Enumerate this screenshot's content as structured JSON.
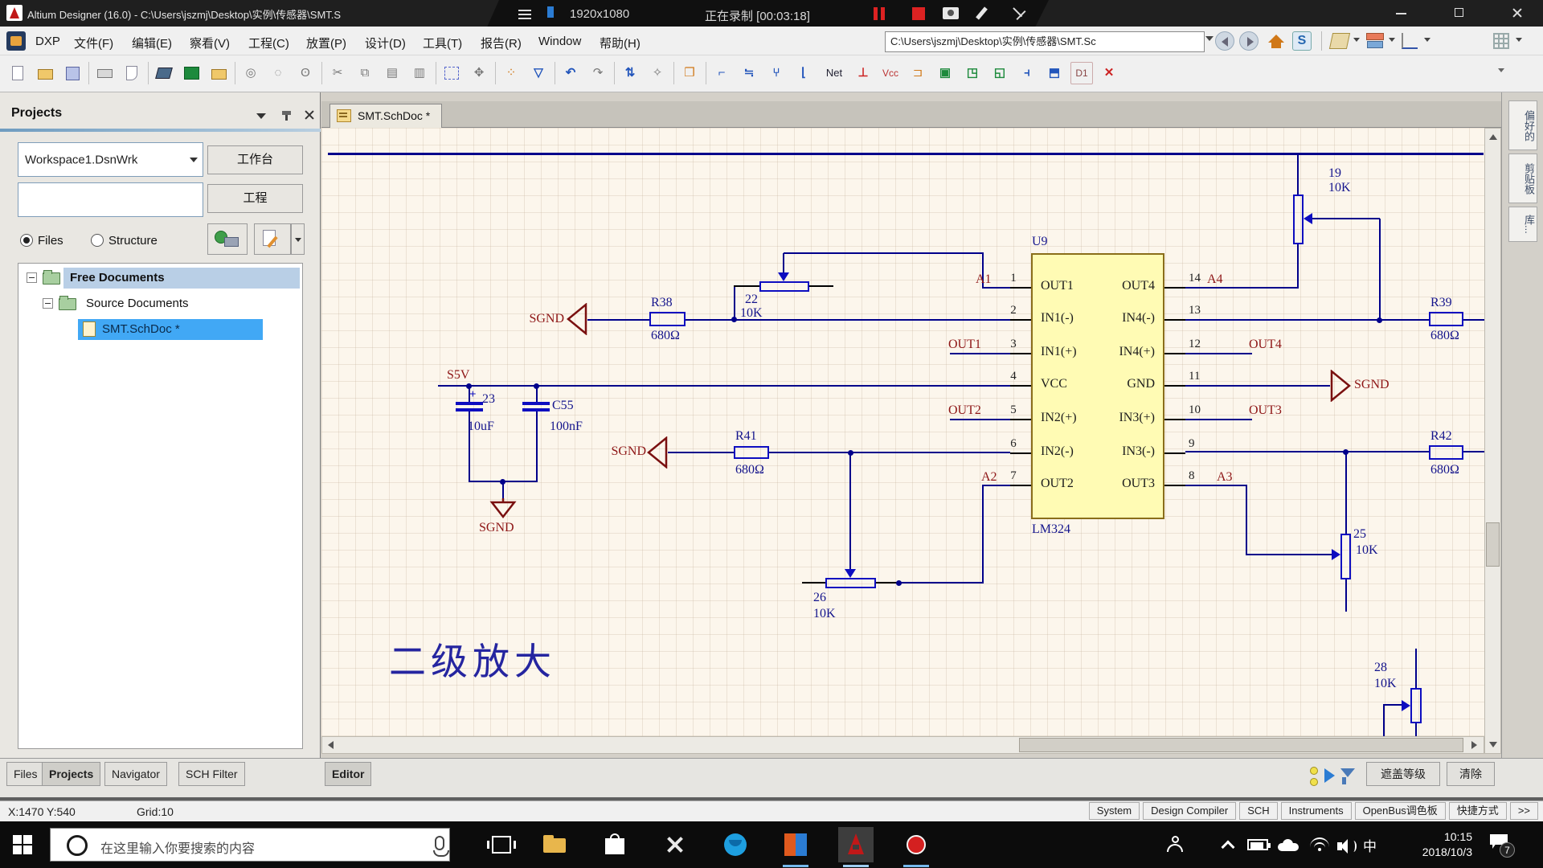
{
  "titlebar": {
    "title": "Altium Designer (16.0) - C:\\Users\\jszmj\\Desktop\\实例\\传感器\\SMT.S",
    "recorder_resolution": "1920x1080",
    "recorder_status": "正在录制 [00:03:18]"
  },
  "menubar": {
    "items": [
      "DXP",
      "文件(F)",
      "编辑(E)",
      "察看(V)",
      "工程(C)",
      "放置(P)",
      "设计(D)",
      "工具(T)",
      "报告(R)",
      "Window",
      "帮助(H)"
    ],
    "address": "C:\\Users\\jszmj\\Desktop\\实例\\传感器\\SMT.Sc"
  },
  "toolbar": {
    "net": "Net",
    "vcc": "Vcc",
    "d1": "D1"
  },
  "doc_tab": {
    "label": "SMT.SchDoc *"
  },
  "projects": {
    "title": "Projects",
    "workspace": "Workspace1.DsnWrk",
    "workbench": "工作台",
    "project": "工程",
    "files": "Files",
    "structure": "Structure",
    "tree": [
      {
        "label": "Free Documents"
      },
      {
        "label": "Source Documents"
      },
      {
        "label": "SMT.SchDoc *"
      }
    ]
  },
  "bottom": {
    "tabs": [
      "Files",
      "Projects",
      "Navigator",
      "SCH Filter"
    ],
    "editor": "Editor",
    "mask": "遮盖等级",
    "clear": "清除"
  },
  "statusbar": {
    "coords": "X:1470 Y:540",
    "grid": "Grid:10",
    "buttons": [
      "System",
      "Design Compiler",
      "SCH",
      "Instruments",
      "OpenBus调色板",
      "快捷方式",
      ">>"
    ]
  },
  "right_tabs": [
    "偏好的",
    "剪贴板",
    "库..."
  ],
  "taskbar": {
    "search": "在这里输入你要搜索的内容",
    "ime": "中",
    "time": "10:15",
    "date": "2018/10/3",
    "badge": "7"
  },
  "schematic": {
    "caption": "二级放大",
    "u9": {
      "ref": "U9",
      "part": "LM324",
      "left_pins": [
        {
          "num": "1",
          "name": "OUT1"
        },
        {
          "num": "2",
          "name": "IN1(-)"
        },
        {
          "num": "3",
          "name": "IN1(+)"
        },
        {
          "num": "4",
          "name": "VCC"
        },
        {
          "num": "5",
          "name": "IN2(+)"
        },
        {
          "num": "6",
          "name": "IN2(-)"
        },
        {
          "num": "7",
          "name": "OUT2"
        }
      ],
      "right_pins": [
        {
          "num": "14",
          "name": "OUT4"
        },
        {
          "num": "13",
          "name": "IN4(-)"
        },
        {
          "num": "12",
          "name": "IN4(+)"
        },
        {
          "num": "11",
          "name": "GND"
        },
        {
          "num": "10",
          "name": "IN3(+)"
        },
        {
          "num": "9",
          "name": "IN3(-)"
        },
        {
          "num": "8",
          "name": "OUT3"
        }
      ]
    },
    "nets": {
      "a1": "A1",
      "a2": "A2",
      "a3": "A3",
      "a4": "A4",
      "out1": "OUT1",
      "out2": "OUT2",
      "out3": "OUT3",
      "out4": "OUT4",
      "s5v": "S5V",
      "sgnd": "SGND"
    },
    "parts": {
      "r38": {
        "ref": "R38",
        "value": "680Ω"
      },
      "r39": {
        "ref": "R39",
        "value": "680Ω"
      },
      "r41": {
        "ref": "R41",
        "value": "680Ω"
      },
      "r42": {
        "ref": "R42",
        "value": "680Ω"
      },
      "pot19": {
        "ref": "19",
        "value": "10K"
      },
      "pot22": {
        "ref": "22",
        "value": "10K"
      },
      "pot25": {
        "ref": "25",
        "value": "10K"
      },
      "pot26": {
        "ref": "26",
        "value": "10K"
      },
      "pot28": {
        "ref": "28",
        "value": "10K"
      },
      "cap23": {
        "ref": "23",
        "value": "10uF",
        "plus": "+"
      },
      "c55": {
        "ref": "C55",
        "value": "100nF"
      }
    }
  }
}
